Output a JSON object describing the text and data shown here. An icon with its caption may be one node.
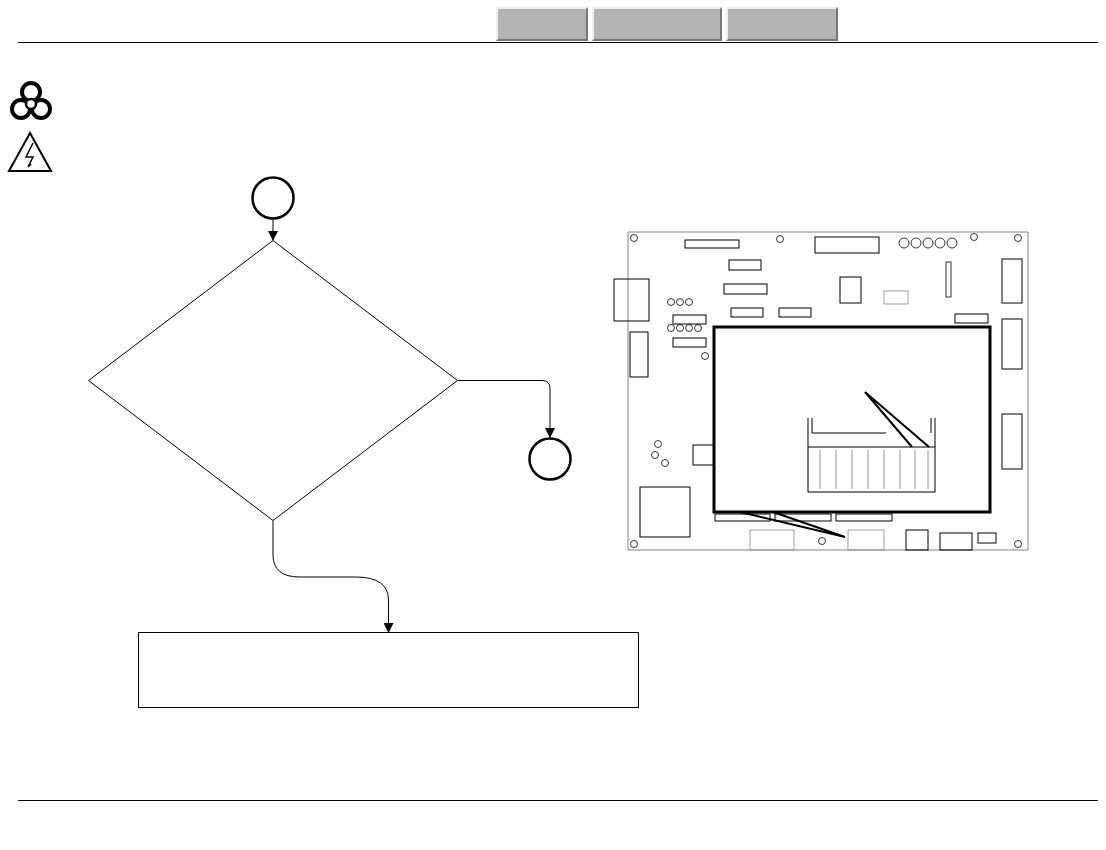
{
  "diagram": {
    "nodes": [
      {
        "text": [],
        "shape": "bar"
      },
      {
        "text": [],
        "shape": "bar"
      },
      {
        "text": [],
        "shape": "bar"
      },
      {
        "text": [],
        "shape": "circle"
      },
      {
        "text": [],
        "shape": "diamond"
      },
      {
        "text": [],
        "shape": "circle"
      },
      {
        "text": [],
        "shape": "box"
      }
    ],
    "edges": [
      {
        "from": 3,
        "to": 4,
        "arrow": "to"
      },
      {
        "from": 4,
        "to": 5,
        "arrow": "to"
      },
      {
        "from": 4,
        "to": 6,
        "arrow": "to"
      }
    ]
  }
}
